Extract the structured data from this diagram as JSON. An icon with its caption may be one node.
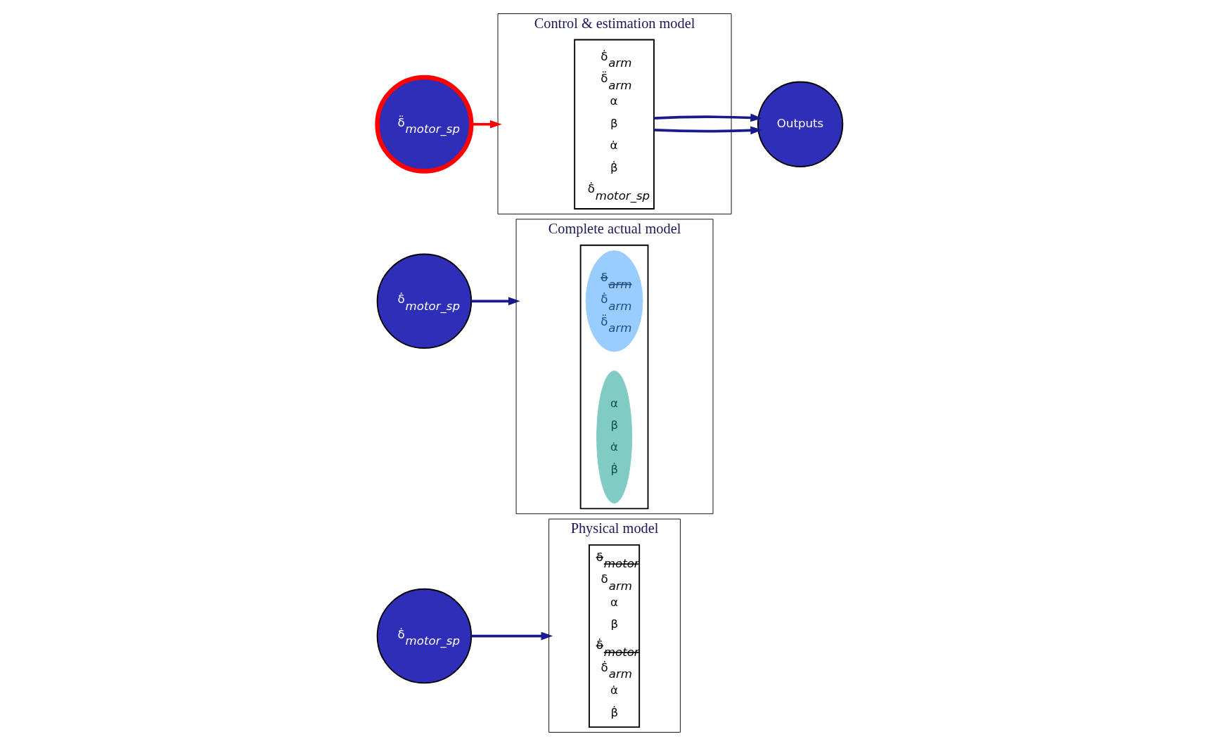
{
  "diagram": {
    "nodes": [
      {
        "text": [
          "δ̇$_{motor_sp}$"
        ]
      },
      {
        "text": [
          "Physical model"
        ]
      },
      {
        "text": [
          "δ$_{motor}$",
          "δ$_{arm}$",
          "α",
          "β",
          "δ̇$_{motor}$",
          "δ̇$_{arm}$",
          "α̇",
          "β̇"
        ],
        "in": 1
      },
      {
        "text": [
          "Complete actual model"
        ]
      },
      {
        "text": [],
        "shape": "box",
        "in": 3
      },
      {
        "text": [
          "δ$_{arm}$",
          "δ̇$_{arm}$",
          "δ̈$_{arm}$"
        ],
        "in": 4
      },
      {
        "text": [
          "α",
          "β",
          "α̇",
          "β̇"
        ],
        "in": 4
      },
      {
        "text": [
          "Control & estimation model"
        ]
      },
      {
        "text": [
          "δ̇$_{arm}$",
          "δ̈$_{arm}$",
          "α",
          "β",
          "α̇",
          "β̇",
          "δ̇$_{motor_sp}$"
        ],
        "in": 7
      },
      {
        "text": [
          "Outputs"
        ]
      },
      {
        "text": [
          "δ̇$_{motor_sp}$"
        ]
      },
      {
        "text": [
          "δ̈$_{motor_sp}$"
        ]
      }
    ],
    "edges": [
      {
        "from": 0,
        "to": 1,
        "arrow": "to"
      },
      {
        "from": 8,
        "to": 9,
        "arrow": "to"
      },
      {
        "from": 8,
        "to": 9,
        "arrow": "to"
      },
      {
        "from": 10,
        "to": 3,
        "arrow": "to"
      },
      {
        "from": 11,
        "to": 7,
        "arrow": "to",
        "color": "#ff0000"
      }
    ]
  }
}
